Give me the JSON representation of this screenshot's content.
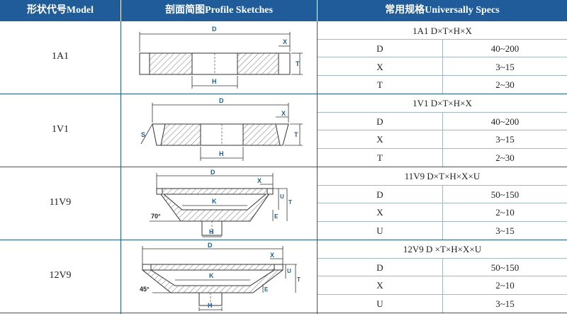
{
  "headers": {
    "model": "形状代号Model",
    "sketch": "剖面简图Profile Sketches",
    "specs": "常用规格Universally Specs"
  },
  "rows": [
    {
      "model": "1A1",
      "formula": "1A1  D×T×H×X",
      "specs": [
        {
          "key": "D",
          "value": "40~200"
        },
        {
          "key": "X",
          "value": "3~15"
        },
        {
          "key": "T",
          "value": "2~30"
        }
      ],
      "sketch_labels": [
        "D",
        "X",
        "T",
        "H"
      ]
    },
    {
      "model": "1V1",
      "formula": "1V1  D×T×H×X",
      "specs": [
        {
          "key": "D",
          "value": "40~200"
        },
        {
          "key": "X",
          "value": "3~15"
        },
        {
          "key": "T",
          "value": "2~30"
        }
      ],
      "sketch_labels": [
        "D",
        "X",
        "S",
        "T",
        "H"
      ]
    },
    {
      "model": "11V9",
      "formula": "11V9  D×T×H×X×U",
      "specs": [
        {
          "key": "D",
          "value": "50~150"
        },
        {
          "key": "X",
          "value": "2~10"
        },
        {
          "key": "U",
          "value": "3~15"
        }
      ],
      "sketch_labels": [
        "D",
        "X",
        "U",
        "K",
        "T",
        "E",
        "70°",
        "H"
      ]
    },
    {
      "model": "12V9",
      "formula": "12V9  D ×T×H×X×U",
      "specs": [
        {
          "key": "D",
          "value": "50~150"
        },
        {
          "key": "X",
          "value": "2~10"
        },
        {
          "key": "U",
          "value": "3~15"
        }
      ],
      "sketch_labels": [
        "D",
        "X",
        "U",
        "K",
        "T",
        "E",
        "45°",
        "H"
      ]
    }
  ],
  "colors": {
    "header_bg": "#1f5c99",
    "grid": "#1f5c99",
    "label": "#1f5c99"
  }
}
